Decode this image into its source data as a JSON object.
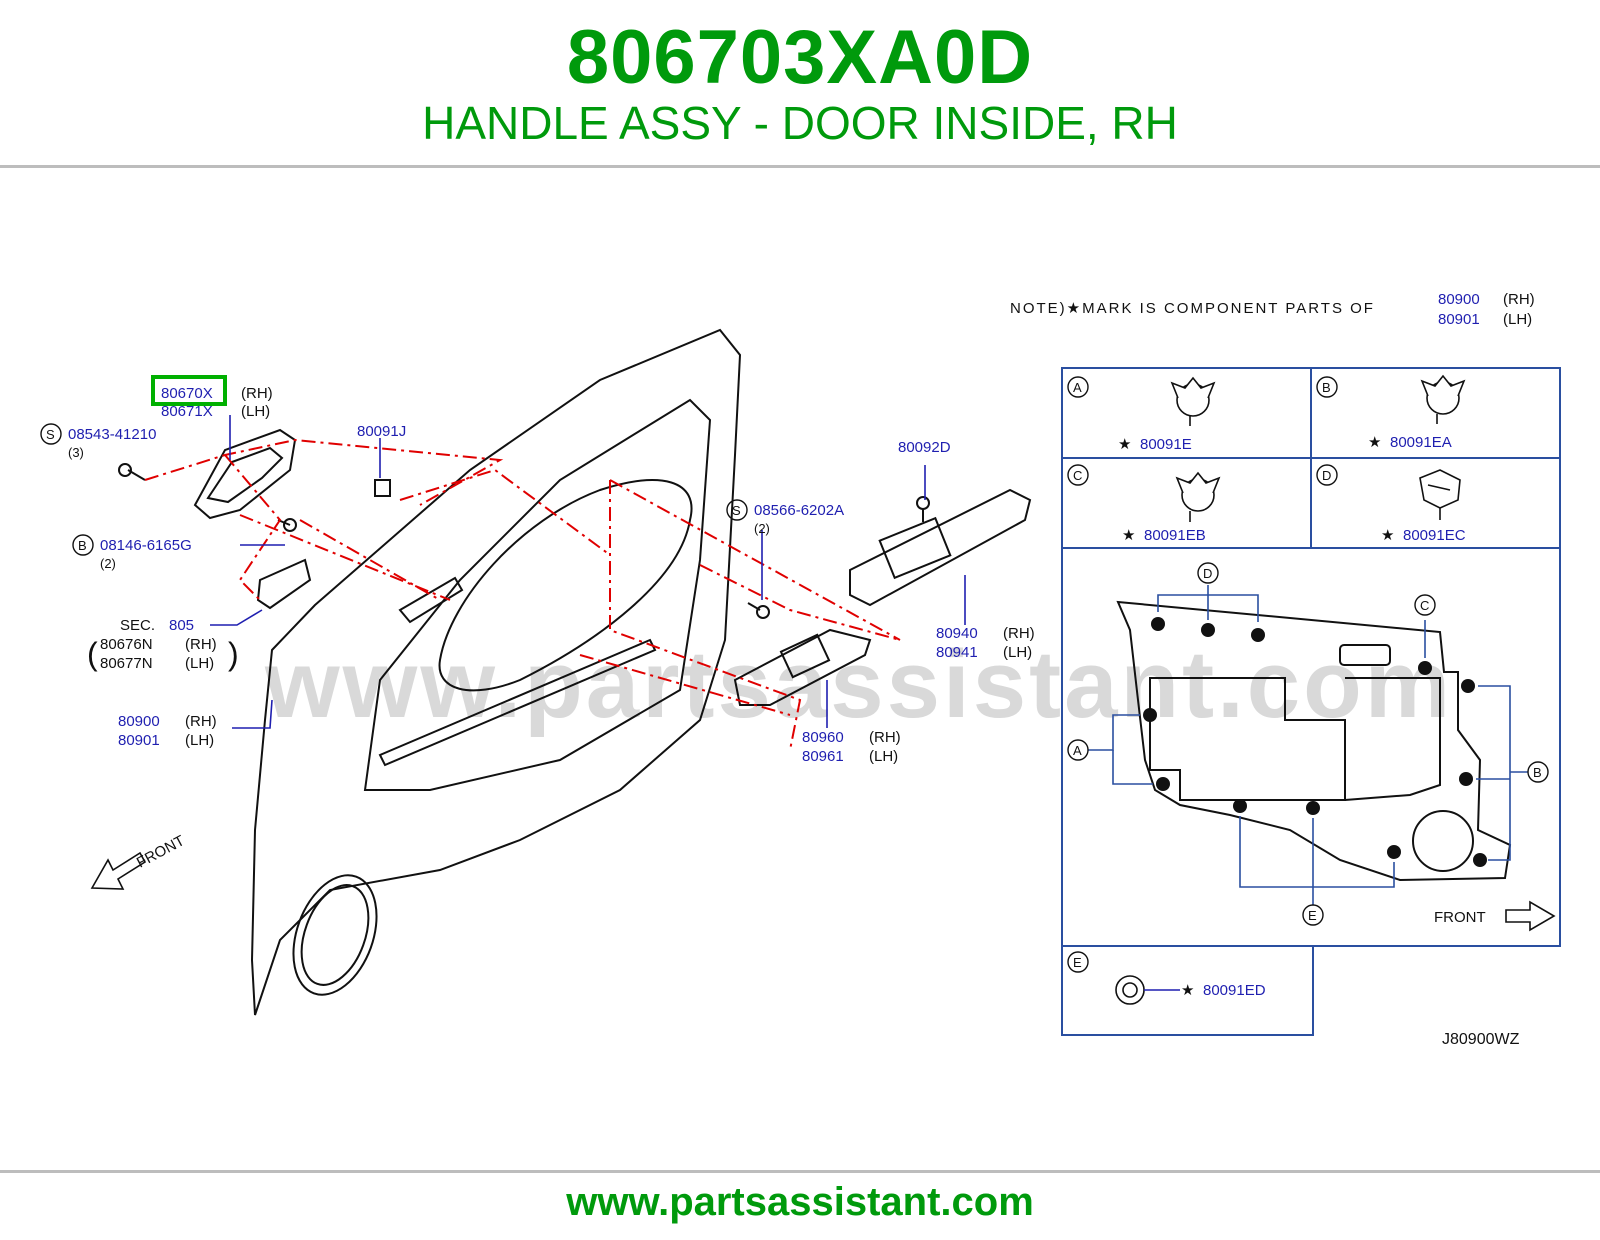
{
  "header": {
    "part_number": "806703XA0D",
    "description": "HANDLE ASSY - DOOR INSIDE, RH"
  },
  "footer": {
    "url": "www.partsassistant.com"
  },
  "watermark": "www.partsassistant.com",
  "colors": {
    "accent": "#009a0c",
    "callout": "#1f1fb0",
    "highlight": "#00b000",
    "leader": "#e00000"
  },
  "note": {
    "text": "NOTE)★MARK IS COMPONENT PARTS OF",
    "parts": [
      "80900",
      "80901"
    ],
    "sides": [
      "(RH)",
      "(LH)"
    ]
  },
  "labels": {
    "handle_rh": "80670X",
    "handle_lh": "80671X",
    "rh": "(RH)",
    "lh": "(LH)",
    "screw_s1": "08543-41210",
    "screw_s1_qty": "(3)",
    "bolt_b": "08146-6165G",
    "bolt_b_qty": "(2)",
    "clip_j": "80091J",
    "screw_d": "80092D",
    "screw_s2": "08566-6202A",
    "screw_s2_qty": "(2)",
    "sec_prefix": "SEC.",
    "sec_num": "805",
    "p80676": "80676N",
    "p80677": "80677N",
    "p80900": "80900",
    "p80901": "80901",
    "p80940": "80940",
    "p80941": "80941",
    "p80960": "80960",
    "p80961": "80961",
    "front": "FRONT",
    "code": "J80900WZ",
    "letter_s": "S",
    "letter_b": "B",
    "paren_open": "(",
    "paren_close": ")"
  },
  "detail_boxes": [
    {
      "letter": "A",
      "part": "80091E"
    },
    {
      "letter": "B",
      "part": "80091EA"
    },
    {
      "letter": "C",
      "part": "80091EB"
    },
    {
      "letter": "D",
      "part": "80091EC"
    },
    {
      "letter": "E",
      "part": "80091ED"
    }
  ],
  "panel_callouts": [
    "A",
    "B",
    "C",
    "D",
    "E"
  ],
  "star": "★"
}
